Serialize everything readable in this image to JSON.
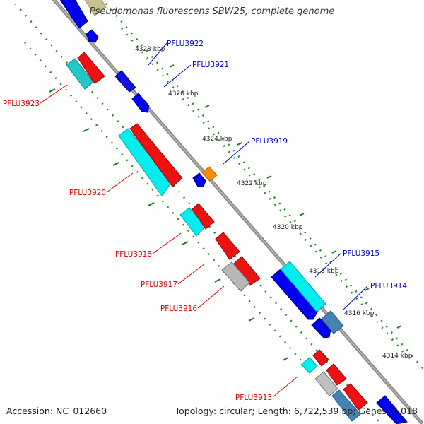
{
  "title": "Pseudomonas fluorescens SBW25, complete genome",
  "footer": {
    "accession": "Accession: NC_012660",
    "summary": "Topology: circular; Length: 6,722,539 bp; Genes: 6,018"
  },
  "colors": {
    "forward_label": "#0000cc",
    "reverse_label": "#dd0000",
    "backbone": "#999999",
    "tick": "#2a8a2a"
  },
  "scale_labels": [
    "4328 kbp",
    "4326 kbp",
    "4324 kbp",
    "4322 kbp",
    "4320 kbp",
    "4318 kbp",
    "4316 kbp",
    "4314 kbp"
  ],
  "gene_labels": [
    {
      "text": "PFLU3922",
      "strand": "forward"
    },
    {
      "text": "PFLU3921",
      "strand": "forward"
    },
    {
      "text": "PFLU3919",
      "strand": "forward"
    },
    {
      "text": "PFLU3915",
      "strand": "forward"
    },
    {
      "text": "PFLU3914",
      "strand": "forward"
    },
    {
      "text": "PFLU3923",
      "strand": "reverse"
    },
    {
      "text": "PFLU3920",
      "strand": "reverse"
    },
    {
      "text": "PFLU3918",
      "strand": "reverse"
    },
    {
      "text": "PFLU3917",
      "strand": "reverse"
    },
    {
      "text": "PFLU3916",
      "strand": "reverse"
    },
    {
      "text": "PFLU3913",
      "strand": "reverse"
    }
  ]
}
